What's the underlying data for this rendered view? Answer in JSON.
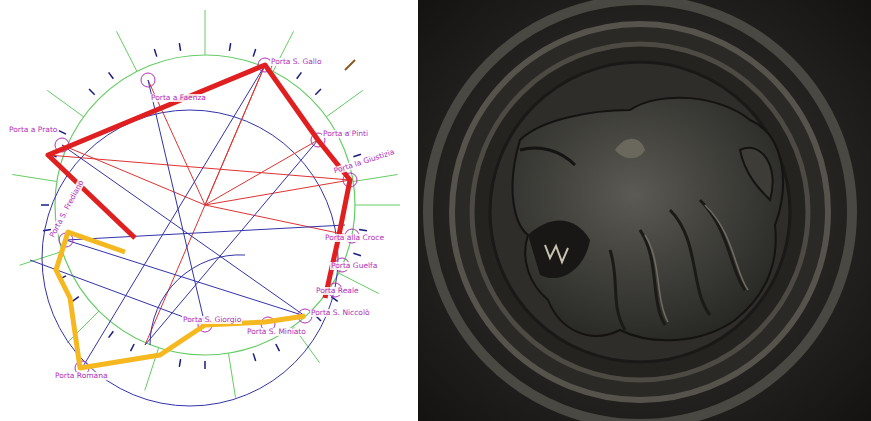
{
  "diagram": {
    "labels": [
      "Porta a Prato",
      "Porta a Faenza",
      "Porta S. Gallo",
      "Porta a Pinti",
      "Porta la Giustizia",
      "Porta alla Croce",
      "Porta Guelfa",
      "Porta Reale",
      "Porta S. Niccolò",
      "Porta S. Miniato",
      "Porta S. Giorgio",
      "Porta Romana",
      "Porta S. Frediano"
    ]
  }
}
